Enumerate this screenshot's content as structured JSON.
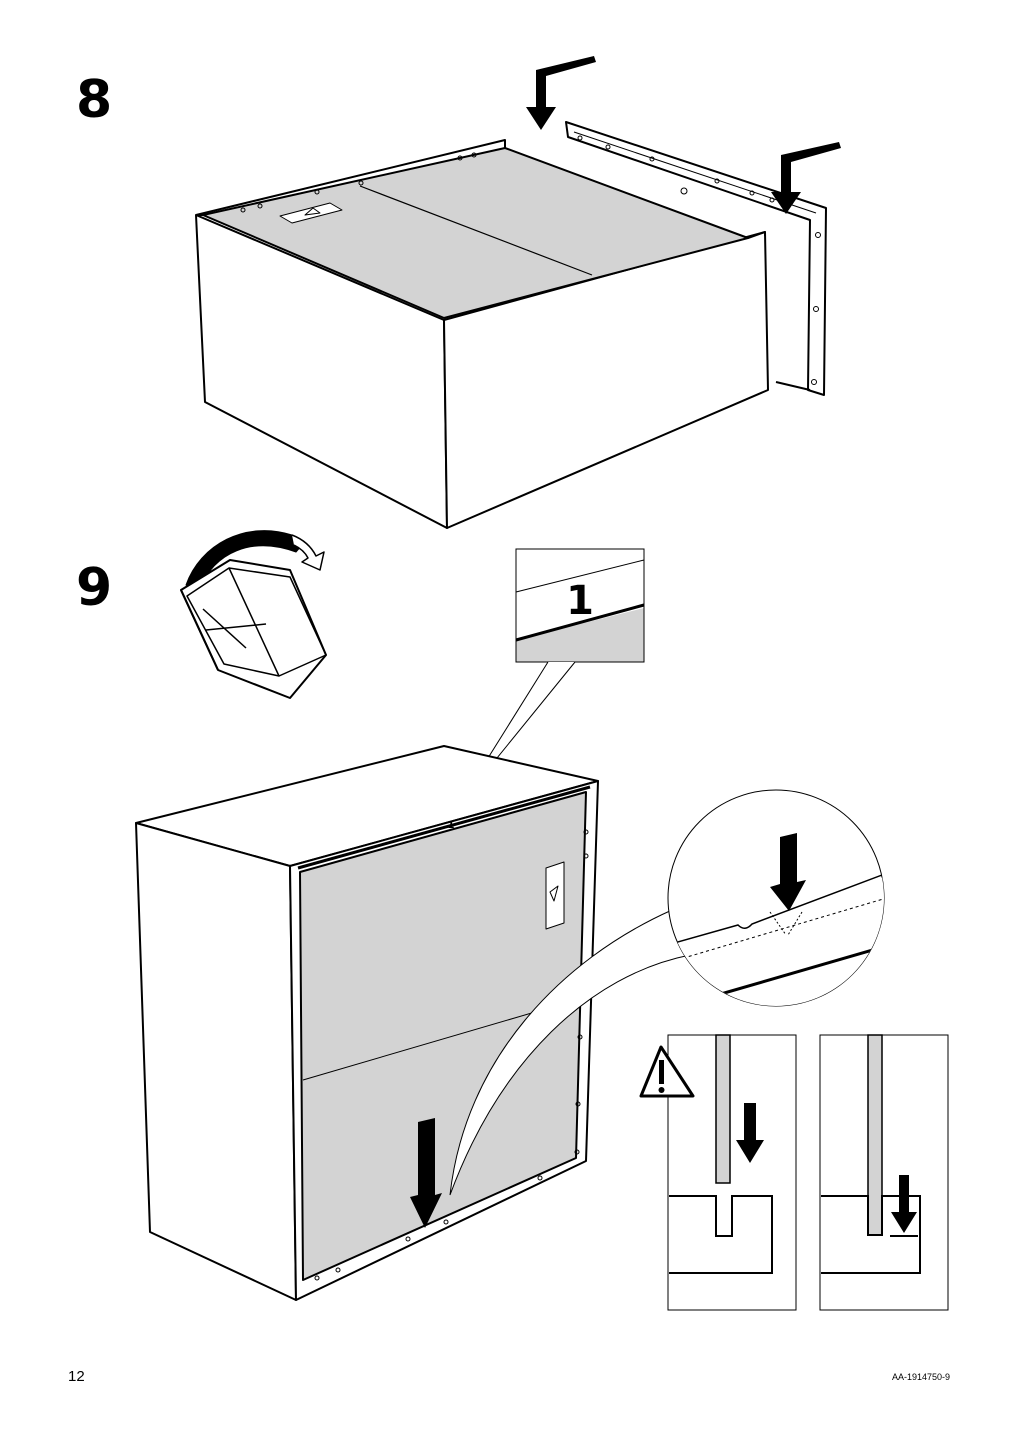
{
  "steps": [
    {
      "number": "8"
    },
    {
      "number": "9"
    }
  ],
  "callout_label": "1",
  "panel_mark": "1",
  "footer": {
    "page_number": "12",
    "doc_code": "AA-1914750-9"
  },
  "colors": {
    "panel_fill": "#d3d3d3",
    "line": "#000000"
  },
  "icons": [
    "warning-icon",
    "rotate-arrow-icon",
    "down-arrow-icon"
  ]
}
